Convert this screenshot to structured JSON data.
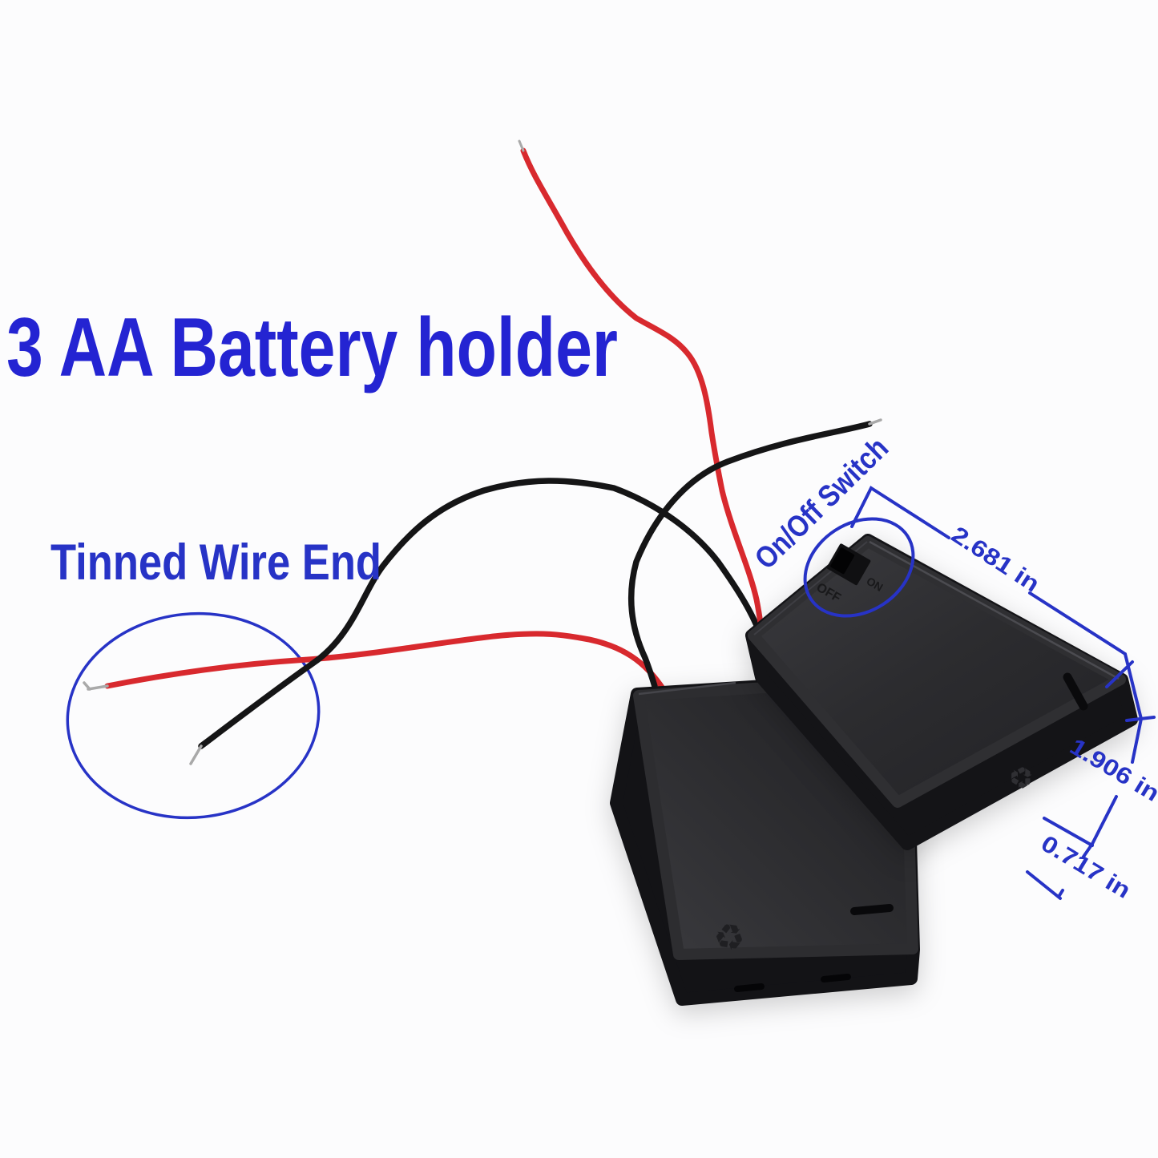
{
  "annotations": {
    "title": "3 AA Battery holder",
    "tinned_wire_label": "Tinned Wire End",
    "switch_label": "On/Off Switch",
    "dimensions": {
      "width_label": "2.681 in",
      "side_label": "1.906 in",
      "depth_label": "0.717 in"
    }
  },
  "product": {
    "switch_off_marking": "OFF",
    "switch_on_marking": "ON",
    "recycle_glyph": "♻"
  },
  "colors": {
    "title_blue": "#2424d2",
    "annotation_blue": "#2733c6",
    "wire_red": "#d8292e",
    "wire_black": "#151516",
    "wire_tin_silver": "#a9a9a9",
    "plastic_dark": "#2a2a2d",
    "background": "#fcfcfd"
  }
}
